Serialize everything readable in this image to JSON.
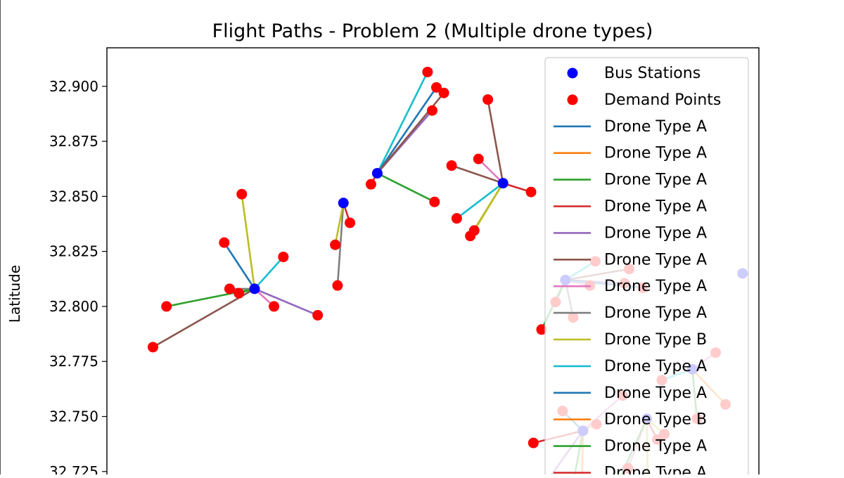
{
  "chart_data": {
    "type": "scatter",
    "title": "Flight Paths - Problem 2 (Multiple drone types)",
    "ylabel": "Latitude",
    "xlabel": "",
    "ylim": [
      32.7195,
      32.9175
    ],
    "xlim": [
      -117.2145,
      -116.9355
    ],
    "grid": false,
    "legend_position": "top-right",
    "y_ticks": [
      {
        "value": 32.725,
        "label": "32.725"
      },
      {
        "value": 32.75,
        "label": "32.750"
      },
      {
        "value": 32.775,
        "label": "32.775"
      },
      {
        "value": 32.8,
        "label": "32.800"
      },
      {
        "value": 32.825,
        "label": "32.825"
      },
      {
        "value": 32.85,
        "label": "32.850"
      },
      {
        "value": 32.875,
        "label": "32.875"
      },
      {
        "value": 32.9,
        "label": "32.900"
      }
    ],
    "legend": [
      {
        "label": "Bus Stations",
        "kind": "marker",
        "color": "#0000ff"
      },
      {
        "label": "Demand Points",
        "kind": "marker",
        "color": "#ff0000"
      },
      {
        "label": "Drone Type A",
        "kind": "line",
        "color": "#1f77b4"
      },
      {
        "label": "Drone Type A",
        "kind": "line",
        "color": "#ff7f0e"
      },
      {
        "label": "Drone Type A",
        "kind": "line",
        "color": "#2ca02c"
      },
      {
        "label": "Drone Type A",
        "kind": "line",
        "color": "#d62728"
      },
      {
        "label": "Drone Type A",
        "kind": "line",
        "color": "#9467bd"
      },
      {
        "label": "Drone Type A",
        "kind": "line",
        "color": "#8c564b"
      },
      {
        "label": "Drone Type A",
        "kind": "line",
        "color": "#e377c2"
      },
      {
        "label": "Drone Type A",
        "kind": "line",
        "color": "#7f7f7f"
      },
      {
        "label": "Drone Type B",
        "kind": "line",
        "color": "#bcbd22"
      },
      {
        "label": "Drone Type A",
        "kind": "line",
        "color": "#17becf"
      },
      {
        "label": "Drone Type A",
        "kind": "line",
        "color": "#1f77b4"
      },
      {
        "label": "Drone Type B",
        "kind": "line",
        "color": "#ff7f0e"
      },
      {
        "label": "Drone Type A",
        "kind": "line",
        "color": "#2ca02c"
      },
      {
        "label": "Drone Type A",
        "kind": "line",
        "color": "#d62728"
      }
    ],
    "stations": [
      {
        "x": -117.1513,
        "y": 32.808
      },
      {
        "x": -117.1133,
        "y": 32.847
      },
      {
        "x": -117.0988,
        "y": 32.8605
      },
      {
        "x": -117.045,
        "y": 32.856
      },
      {
        "x": -117.0183,
        "y": 32.812
      },
      {
        "x": -117.0108,
        "y": 32.7435
      },
      {
        "x": -116.964,
        "y": 32.7715
      },
      {
        "x": -116.9835,
        "y": 32.749
      },
      {
        "x": -116.9425,
        "y": 32.815
      }
    ],
    "demand_points": [
      {
        "x": -117.1948,
        "y": 32.7815
      },
      {
        "x": -117.189,
        "y": 32.8
      },
      {
        "x": -117.162,
        "y": 32.808
      },
      {
        "x": -117.158,
        "y": 32.806
      },
      {
        "x": -117.1643,
        "y": 32.829
      },
      {
        "x": -117.1568,
        "y": 32.851
      },
      {
        "x": -117.139,
        "y": 32.8225
      },
      {
        "x": -117.143,
        "y": 32.8
      },
      {
        "x": -117.1243,
        "y": 32.796
      },
      {
        "x": -117.1158,
        "y": 32.8095
      },
      {
        "x": -117.1168,
        "y": 32.828
      },
      {
        "x": -117.1105,
        "y": 32.838
      },
      {
        "x": -117.1015,
        "y": 32.8555
      },
      {
        "x": -117.0773,
        "y": 32.9065
      },
      {
        "x": -117.0735,
        "y": 32.8995
      },
      {
        "x": -117.0703,
        "y": 32.897
      },
      {
        "x": -117.0753,
        "y": 32.889
      },
      {
        "x": -117.0743,
        "y": 32.8475
      },
      {
        "x": -117.067,
        "y": 32.864
      },
      {
        "x": -117.0555,
        "y": 32.867
      },
      {
        "x": -117.0515,
        "y": 32.894
      },
      {
        "x": -117.033,
        "y": 32.852
      },
      {
        "x": -117.0648,
        "y": 32.84
      },
      {
        "x": -117.0573,
        "y": 32.8345
      },
      {
        "x": -117.059,
        "y": 32.832
      },
      {
        "x": -117.0225,
        "y": 32.802
      },
      {
        "x": -117.0285,
        "y": 32.7895
      },
      {
        "x": -117.015,
        "y": 32.795
      },
      {
        "x": -117.0078,
        "y": 32.8095
      },
      {
        "x": -117.0055,
        "y": 32.8205
      },
      {
        "x": -116.993,
        "y": 32.8105
      },
      {
        "x": -116.991,
        "y": 32.817
      },
      {
        "x": -116.9853,
        "y": 32.8085
      },
      {
        "x": -117.0195,
        "y": 32.7525
      },
      {
        "x": -117.032,
        "y": 32.738
      },
      {
        "x": -117.005,
        "y": 32.7465
      },
      {
        "x": -116.9938,
        "y": 32.7595
      },
      {
        "x": -116.977,
        "y": 32.7665
      },
      {
        "x": -116.954,
        "y": 32.779
      },
      {
        "x": -116.962,
        "y": 32.749
      },
      {
        "x": -116.9498,
        "y": 32.7555
      },
      {
        "x": -116.979,
        "y": 32.7395
      },
      {
        "x": -116.976,
        "y": 32.742
      },
      {
        "x": -116.9915,
        "y": 32.7265
      }
    ],
    "flights": [
      {
        "from": [
          -117.1513,
          32.808
        ],
        "to": [
          -117.1948,
          32.7815
        ],
        "color": "#8c564b"
      },
      {
        "from": [
          -117.1513,
          32.808
        ],
        "to": [
          -117.189,
          32.8
        ],
        "color": "#2ca02c"
      },
      {
        "from": [
          -117.1513,
          32.808
        ],
        "to": [
          -117.162,
          32.808
        ],
        "color": "#7f7f7f"
      },
      {
        "from": [
          -117.1513,
          32.808
        ],
        "to": [
          -117.158,
          32.806
        ],
        "color": "#2ca02c"
      },
      {
        "from": [
          -117.1513,
          32.808
        ],
        "to": [
          -117.1643,
          32.829
        ],
        "color": "#1f77b4"
      },
      {
        "from": [
          -117.1513,
          32.808
        ],
        "to": [
          -117.1568,
          32.851
        ],
        "color": "#bcbd22"
      },
      {
        "from": [
          -117.1513,
          32.808
        ],
        "to": [
          -117.139,
          32.8225
        ],
        "color": "#17becf"
      },
      {
        "from": [
          -117.1513,
          32.808
        ],
        "to": [
          -117.143,
          32.8
        ],
        "color": "#e377c2"
      },
      {
        "from": [
          -117.1513,
          32.808
        ],
        "to": [
          -117.1243,
          32.796
        ],
        "color": "#9467bd"
      },
      {
        "from": [
          -117.1133,
          32.847
        ],
        "to": [
          -117.1158,
          32.8095
        ],
        "color": "#7f7f7f"
      },
      {
        "from": [
          -117.1133,
          32.847
        ],
        "to": [
          -117.1168,
          32.828
        ],
        "color": "#bcbd22"
      },
      {
        "from": [
          -117.1133,
          32.847
        ],
        "to": [
          -117.1105,
          32.838
        ],
        "color": "#d62728"
      },
      {
        "from": [
          -117.0988,
          32.8605
        ],
        "to": [
          -117.1015,
          32.8555
        ],
        "color": "#d62728"
      },
      {
        "from": [
          -117.0988,
          32.8605
        ],
        "to": [
          -117.0773,
          32.9065
        ],
        "color": "#17becf"
      },
      {
        "from": [
          -117.0988,
          32.8605
        ],
        "to": [
          -117.0735,
          32.8995
        ],
        "color": "#1f77b4"
      },
      {
        "from": [
          -117.0988,
          32.8605
        ],
        "to": [
          -117.0753,
          32.889
        ],
        "color": "#9467bd"
      },
      {
        "from": [
          -117.0988,
          32.8605
        ],
        "to": [
          -117.0703,
          32.897
        ],
        "color": "#8c564b"
      },
      {
        "from": [
          -117.0988,
          32.8605
        ],
        "to": [
          -117.0743,
          32.8475
        ],
        "color": "#2ca02c"
      },
      {
        "from": [
          -117.045,
          32.856
        ],
        "to": [
          -117.067,
          32.864
        ],
        "color": "#8c564b"
      },
      {
        "from": [
          -117.045,
          32.856
        ],
        "to": [
          -117.0555,
          32.867
        ],
        "color": "#e377c2"
      },
      {
        "from": [
          -117.045,
          32.856
        ],
        "to": [
          -117.0515,
          32.894
        ],
        "color": "#8c564b"
      },
      {
        "from": [
          -117.045,
          32.856
        ],
        "to": [
          -117.033,
          32.852
        ],
        "color": "#d62728"
      },
      {
        "from": [
          -117.045,
          32.856
        ],
        "to": [
          -117.0648,
          32.84
        ],
        "color": "#17becf"
      },
      {
        "from": [
          -117.045,
          32.856
        ],
        "to": [
          -117.0573,
          32.8345
        ],
        "color": "#bcbd22"
      },
      {
        "from": [
          -117.045,
          32.856
        ],
        "to": [
          -117.059,
          32.832
        ],
        "color": "#bcbd22"
      },
      {
        "from": [
          -117.0183,
          32.812
        ],
        "to": [
          -117.0225,
          32.802
        ],
        "color": "#1f77b4"
      },
      {
        "from": [
          -117.0183,
          32.812
        ],
        "to": [
          -117.0285,
          32.7895
        ],
        "color": "#2ca02c"
      },
      {
        "from": [
          -117.0183,
          32.812
        ],
        "to": [
          -117.015,
          32.795
        ],
        "color": "#7f7f7f"
      },
      {
        "from": [
          -117.0183,
          32.812
        ],
        "to": [
          -117.0078,
          32.8095
        ],
        "color": "#e377c2"
      },
      {
        "from": [
          -117.0183,
          32.812
        ],
        "to": [
          -117.0055,
          32.8205
        ],
        "color": "#17becf"
      },
      {
        "from": [
          -117.0183,
          32.812
        ],
        "to": [
          -116.993,
          32.8105
        ],
        "color": "#9467bd"
      },
      {
        "from": [
          -117.0183,
          32.812
        ],
        "to": [
          -116.991,
          32.817
        ],
        "color": "#8c564b"
      },
      {
        "from": [
          -117.0183,
          32.812
        ],
        "to": [
          -116.9853,
          32.8085
        ],
        "color": "#1f77b4"
      },
      {
        "from": [
          -117.0108,
          32.7435
        ],
        "to": [
          -117.0195,
          32.7525
        ],
        "color": "#1f77b4"
      },
      {
        "from": [
          -117.0108,
          32.7435
        ],
        "to": [
          -117.032,
          32.738
        ],
        "color": "#d62728"
      },
      {
        "from": [
          -117.0108,
          32.7435
        ],
        "to": [
          -117.005,
          32.7465
        ],
        "color": "#bcbd22"
      },
      {
        "from": [
          -117.0108,
          32.7435
        ],
        "to": [
          -116.9938,
          32.7595
        ],
        "color": "#e377c2"
      },
      {
        "from": [
          -117.0108,
          32.7435
        ],
        "to": [
          -117.027,
          32.7195
        ],
        "color": "#9467bd"
      },
      {
        "from": [
          -117.0108,
          32.7435
        ],
        "to": [
          -117.015,
          32.7195
        ],
        "color": "#2ca02c"
      },
      {
        "from": [
          -117.0108,
          32.7435
        ],
        "to": [
          -117.0112,
          32.7195
        ],
        "color": "#ff7f0e"
      },
      {
        "from": [
          -116.964,
          32.7715
        ],
        "to": [
          -116.977,
          32.7665
        ],
        "color": "#17becf"
      },
      {
        "from": [
          -116.964,
          32.7715
        ],
        "to": [
          -116.954,
          32.779
        ],
        "color": "#e377c2"
      },
      {
        "from": [
          -116.964,
          32.7715
        ],
        "to": [
          -116.962,
          32.749
        ],
        "color": "#2ca02c"
      },
      {
        "from": [
          -116.964,
          32.7715
        ],
        "to": [
          -116.9498,
          32.7555
        ],
        "color": "#ff7f0e"
      },
      {
        "from": [
          -116.9835,
          32.749
        ],
        "to": [
          -116.979,
          32.7395
        ],
        "color": "#d62728"
      },
      {
        "from": [
          -116.9835,
          32.749
        ],
        "to": [
          -116.9915,
          32.7265
        ],
        "color": "#e377c2"
      },
      {
        "from": [
          -116.9835,
          32.749
        ],
        "to": [
          -116.976,
          32.742
        ],
        "color": "#bcbd22"
      },
      {
        "from": [
          -116.9835,
          32.749
        ],
        "to": [
          -116.996,
          32.7195
        ],
        "color": "#2ca02c"
      },
      {
        "from": [
          -116.9835,
          32.749
        ],
        "to": [
          -116.983,
          32.7195
        ],
        "color": "#bcbd22"
      }
    ]
  }
}
